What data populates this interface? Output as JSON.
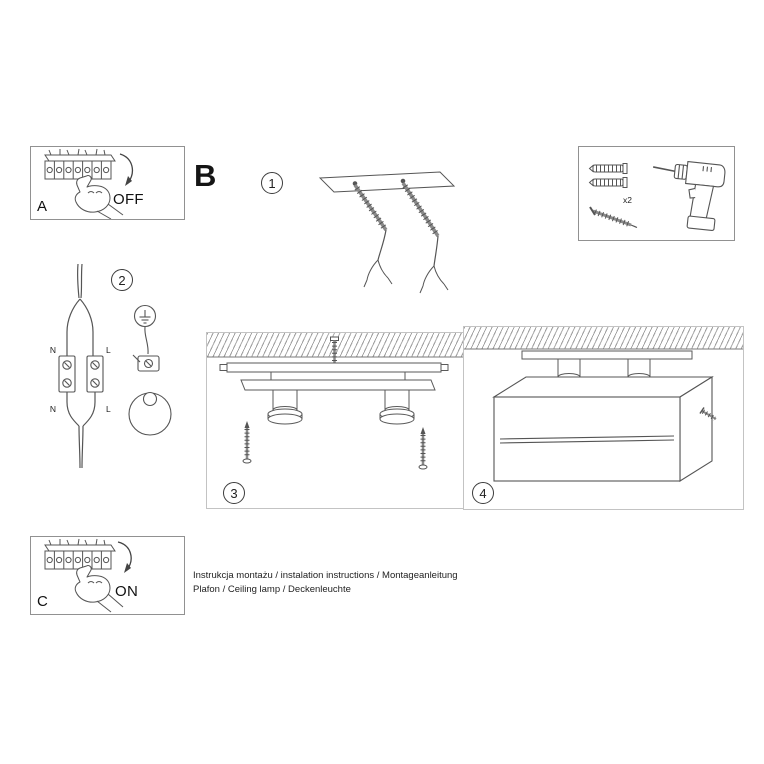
{
  "panels": {
    "a": {
      "label": "A",
      "state": "OFF"
    },
    "b": {
      "label": "B"
    },
    "c": {
      "label": "C",
      "state": "ON"
    }
  },
  "steps": {
    "one": "1",
    "two": "2",
    "three": "3",
    "four": "4"
  },
  "wiring_labels": {
    "n_top": "N",
    "l_top": "L",
    "n_bottom": "N",
    "l_bottom": "L"
  },
  "hardware": {
    "plug_count": "x2"
  },
  "footer": {
    "line1": "Instrukcja montażu / instalation instructions / Montageanleitung",
    "line2": "Plafon / Ceiling lamp / Deckenleuchte"
  }
}
